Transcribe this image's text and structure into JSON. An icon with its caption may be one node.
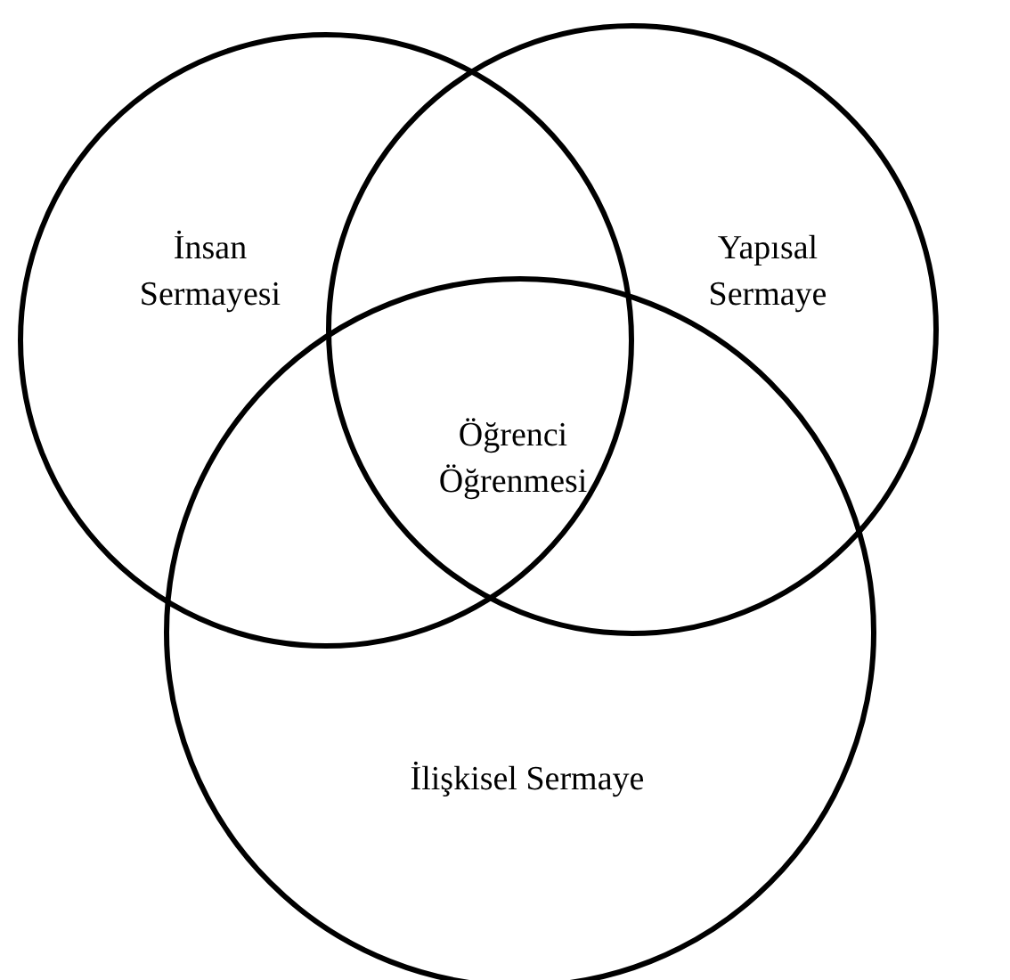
{
  "diagram": {
    "nodes": [
      {
        "text": [
          "İnsan Sermayesi"
        ]
      },
      {
        "text": [
          "Yapısal Sermaye"
        ]
      },
      {
        "text": [
          "İlişkisel Sermaye"
        ]
      }
    ],
    "labels": [
      "Öğrenci Öğrenmesi"
    ]
  }
}
